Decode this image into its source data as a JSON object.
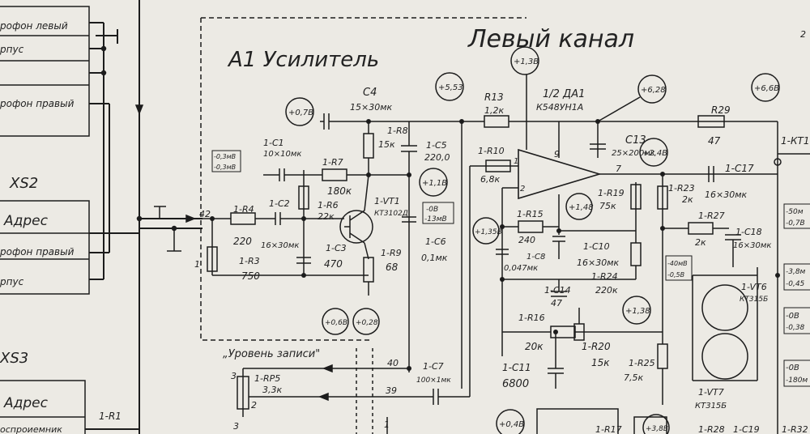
{
  "labels": {
    "title_channel": "Левый канал",
    "title_block": "A1  Усилитель",
    "xs2": "XS2",
    "xs3": "XS3",
    "adres_1": "Адрес",
    "adres_2": "Адрес",
    "mic_left": "рофон левый",
    "mic_right_1": "рофон правый",
    "mic_right_2": "рофон правый",
    "korpus_1": "рпус",
    "korpus_2": "рпус",
    "vospriemnik": "оспроиемник",
    "c4_name": "C4",
    "c4_val": "15×30мк",
    "c1_name": "1-C1",
    "c1_val": "10×10мк",
    "r7_name": "1-R7",
    "r7_val": "180к",
    "r8_name": "1-R8",
    "r8_val": "15к",
    "c5_name": "1-C5",
    "c5_val": "220,0",
    "r6_name": "1-R6",
    "r6_val": "22к",
    "r4_name": "1-R4",
    "r4_val": "220",
    "c2_name": "1-C2",
    "c2_val": "16×30мк",
    "r3_name": "1-R3",
    "r3_val": "750",
    "c3_name": "1-C3",
    "c3_val": "470",
    "vt1_name": "1-VT1",
    "vt1_type": "КТ3102Д",
    "r9_name": "1-R9",
    "r9_val": "68",
    "c6_name": "1-C6",
    "c6_val": "0,1мк",
    "r13_name": "R13",
    "r13_val": "1,2к",
    "da1_name": "1/2 ДА1",
    "da1_type": "К548УН1А",
    "c13_name": "C13",
    "c13_val": "25×200мк",
    "r29_name": "R29",
    "r29_val": "47",
    "kt_name": "1-КТ1",
    "r10_name": "1-R10",
    "r10_val": "6,8к",
    "c17_name": "1-C17",
    "c17_val": "16×30мк",
    "r23_name": "1-R23",
    "r23_val": "2к",
    "r19_name": "1-R19",
    "r19_val": "75к",
    "r15_name": "1-R15",
    "r15_val": "240",
    "c8_name": "1-C8",
    "c8_val": "0,047мк",
    "c10_name": "1-C10",
    "c10_val": "16×30мк",
    "r24_name": "1-R24",
    "r24_val": "220к",
    "r27_name": "1-R27",
    "r27_val": "2к",
    "c18_name": "1-C18",
    "c18_val": "16×30мк",
    "vt6_name": "1-VT6",
    "vt6_type": "КТ315Б",
    "vt7_name": "1-VT7",
    "vt7_type": "КТ315Б",
    "c14_name": "1-C14",
    "c14_val": "47",
    "r16_name": "1-R16",
    "r16_val": "20к",
    "r20_name": "1-R20",
    "r20_val": "15к",
    "r25_name": "1-R25",
    "r25_val": "7,5к",
    "c11_name": "1-C11",
    "c11_val": "6800",
    "c7_name": "1-C7",
    "c7_val": "100×1мк",
    "rp5_name": "1-RP5",
    "rp5_val": "3,3к",
    "r1_name": "1-R1",
    "r17_name": "1-R17",
    "r28_name": "1-R28",
    "c19_name": "1-C19",
    "r32_name": "1-R32",
    "level_label": "„Уровень записи\"",
    "pin_42": "42",
    "pin_40": "40",
    "pin_39": "39",
    "pin_1a": "1",
    "pin_1b": "1",
    "pin_2": "2",
    "pin_3": "3",
    "pin_9": "9",
    "pin_7": "7",
    "pin_1c": "1",
    "pin_2c": "2",
    "pin_3c": "3",
    "v_07": "+0,7В",
    "v_553": "+5,53",
    "v_13": "+1,3В",
    "v_628": "+6,28",
    "v_66": "+6,6В",
    "v_24": "+2,4В",
    "v_11": "+1,1В",
    "v_135": "+1,35В",
    "v_148": "+1,48",
    "v_138": "+1,38",
    "v_068": "+0,6В",
    "v_028": "+0,28",
    "v_04": "+0,4В",
    "v_38": "+3,8В",
    "lvl_03a": "-0,3мВ",
    "lvl_03b": "-0,3мВ",
    "lvl_0b": "-0В",
    "lvl_13": "-13мВ",
    "lvl_40": "-40мВ",
    "lvl_05": "-0,5В",
    "lvl_50": "-50м",
    "lvl_07": "-0,7В",
    "lvl_38": "-3,8м",
    "lvl_045": "-0,45",
    "lvl_08a": "-0В",
    "lvl_038": "-0,38",
    "lvl_08b": "-0В",
    "lvl_180": "-180м",
    "edge_2": "2"
  }
}
